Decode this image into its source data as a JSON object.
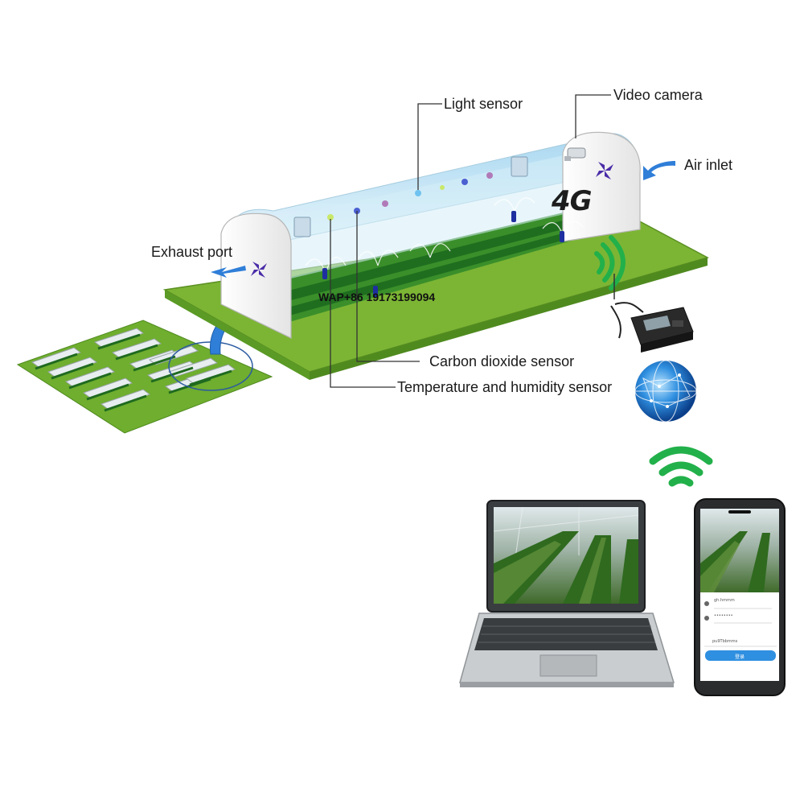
{
  "labels": {
    "light_sensor": "Light sensor",
    "video_camera": "Video camera",
    "air_inlet": "Air inlet",
    "exhaust_port": "Exhaust port",
    "carbon_dioxide_sensor": "Carbon dioxide sensor",
    "temperature_humidity_sensor": "Temperature and humidity sensor",
    "network_4g": "4G"
  },
  "watermark": "WAP+86 19173199094",
  "phone_screen": {
    "field_1": "gh.hmmm",
    "field_2": "••••••••",
    "field_3": "pu9Tbbmms",
    "button": "登录"
  },
  "colors": {
    "grass": "#6fae2e",
    "crop_row": "#1f7a1f",
    "tunnel_glass": "#bfe3f5",
    "arrow_blue": "#2f7ed8",
    "wifi_green": "#22b04a",
    "fan_purple": "#4a2ca8"
  }
}
